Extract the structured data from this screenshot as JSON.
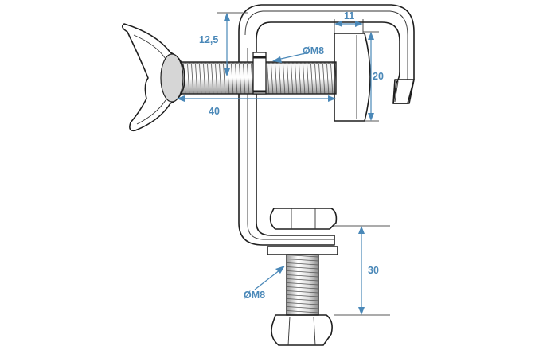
{
  "colors": {
    "dimension": "#4a88b8",
    "outline": "#1f1f1f",
    "metal_light": "#eeeeee",
    "metal_dark": "#8a8a8a"
  },
  "dimensions": {
    "bolt_offset": "12,5",
    "thread_top": "ØM8",
    "jaw_width": "11",
    "jaw_height": "20",
    "screw_length": "40",
    "thread_bottom": "ØM8",
    "bottom_bolt_length": "30"
  }
}
